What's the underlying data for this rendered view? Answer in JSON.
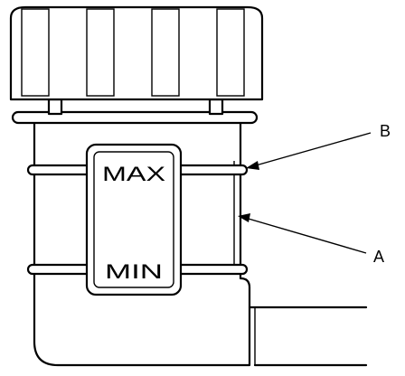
{
  "figure": {
    "max_label": "MAX",
    "min_label": "MIN",
    "callout_a": "A",
    "callout_b": "B"
  }
}
